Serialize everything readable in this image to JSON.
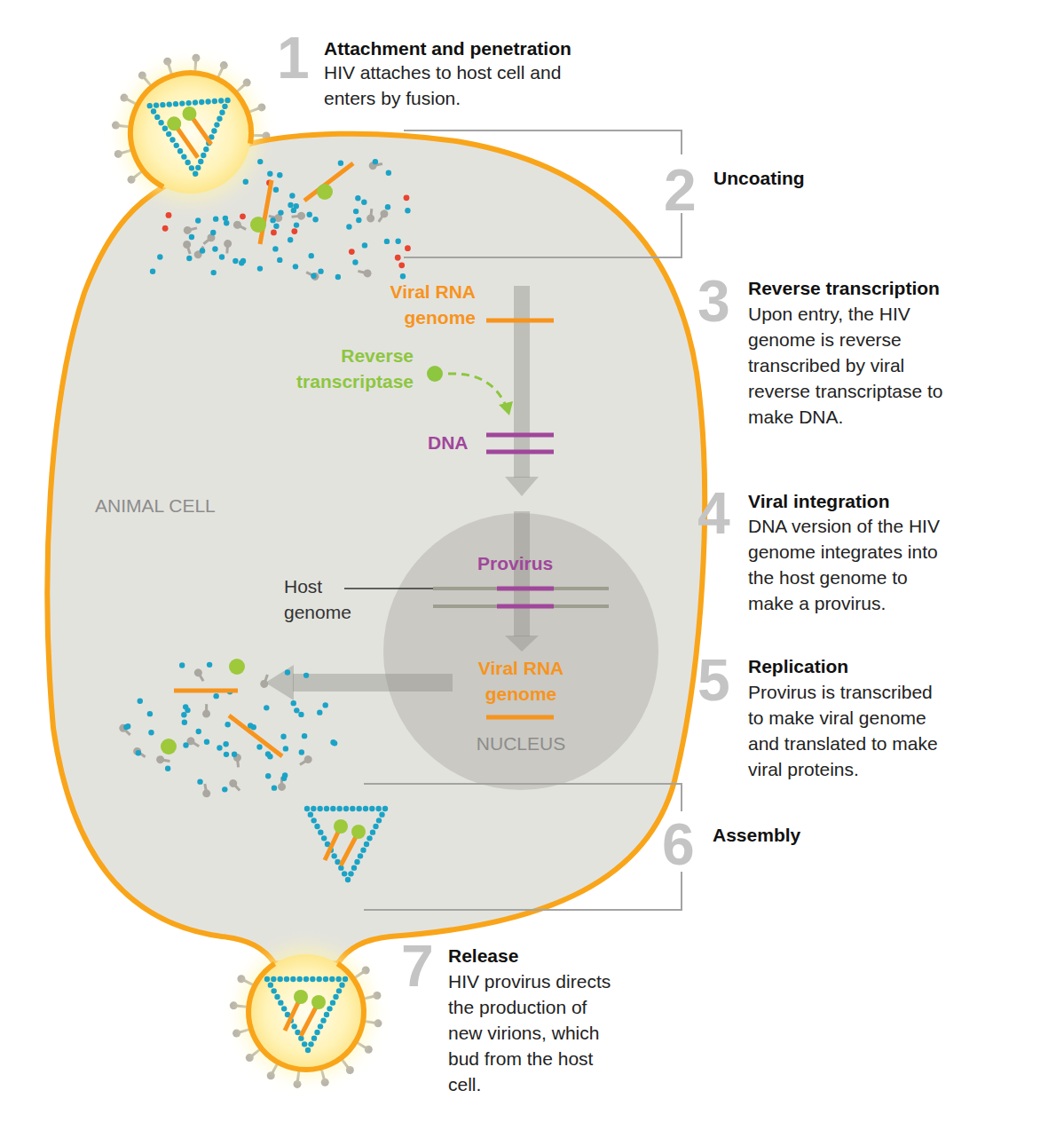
{
  "diagram": {
    "nodes": [
      {
        "text": [
          "ANIMAL CELL"
        ]
      },
      {
        "text": [
          "NUCLEUS"
        ],
        "in": 0
      }
    ],
    "labels": [
      "1",
      "Attachment and penetration",
      "HIV attaches to host cell and enters by fusion.",
      "2",
      "Uncoating",
      "3",
      "Reverse transcription",
      "Upon entry, the HIV genome is reverse transcribed by viral reverse transcriptase to make DNA.",
      "Viral RNA genome",
      "Reverse transcriptase",
      "DNA",
      "4",
      "Viral integration",
      "DNA version of the HIV genome integrates into the host genome to make a provirus.",
      "Provirus",
      "Host genome",
      "Viral RNA genome",
      "5",
      "Replication",
      "Provirus is transcribed to make viral genome and translated to make viral proteins.",
      "6",
      "Assembly",
      "7",
      "Release",
      "HIV provirus directs the production of new virions, which bud from the host cell."
    ]
  }
}
